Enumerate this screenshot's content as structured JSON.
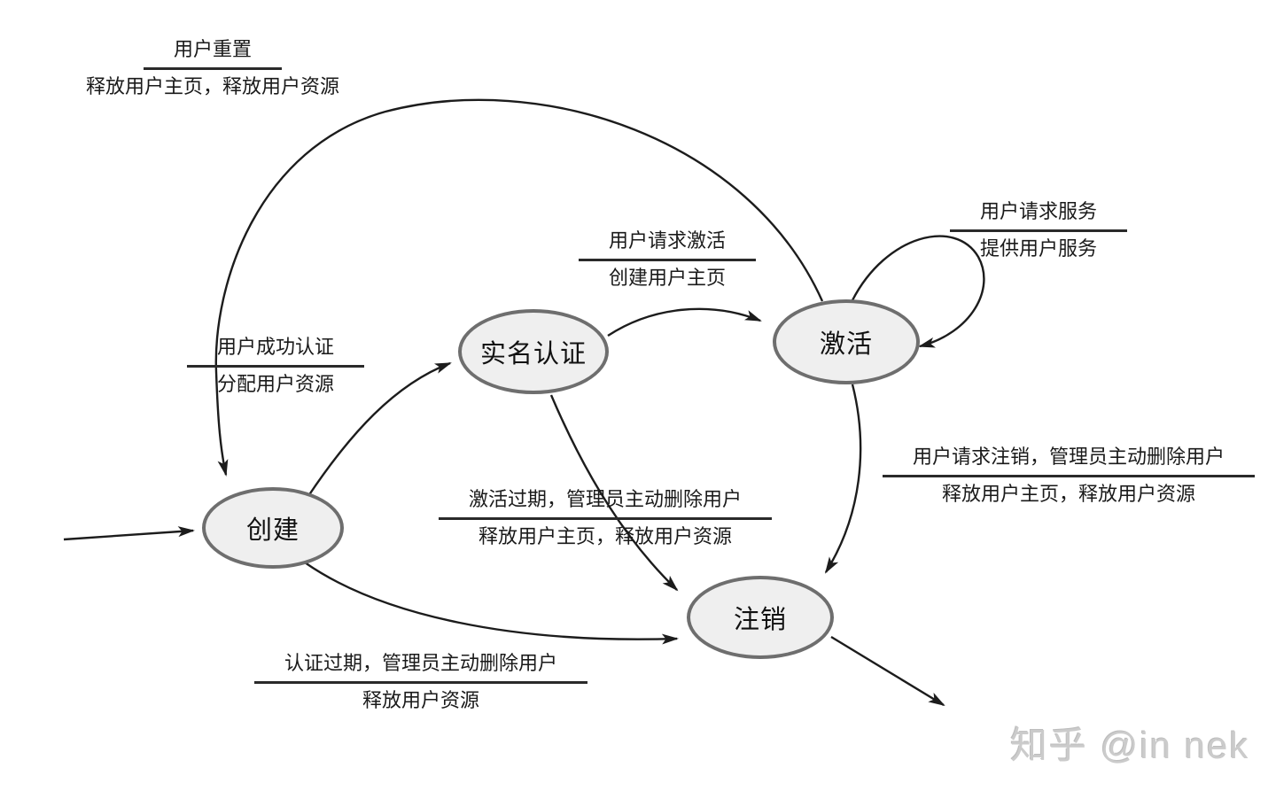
{
  "diagram": {
    "title": "",
    "states": [
      {
        "id": "create",
        "label": "创建"
      },
      {
        "id": "realname_auth",
        "label": "实名认证"
      },
      {
        "id": "activated",
        "label": "激活"
      },
      {
        "id": "deregistered",
        "label": "注销"
      }
    ],
    "transitions": [
      {
        "id": "user_reset",
        "from": "activated",
        "to": "create",
        "event": "用户重置",
        "action": "释放用户主页，释放用户资源"
      },
      {
        "id": "auth_success",
        "from": "create",
        "to": "realname_auth",
        "event": "用户成功认证",
        "action": "分配用户资源"
      },
      {
        "id": "request_activate",
        "from": "realname_auth",
        "to": "activated",
        "event": "用户请求激活",
        "action": "创建用户主页"
      },
      {
        "id": "request_service",
        "from": "activated",
        "to": "activated",
        "event": "用户请求服务",
        "action": "提供用户服务"
      },
      {
        "id": "request_deregister",
        "from": "activated",
        "to": "deregistered",
        "event": "用户请求注销，管理员主动删除用户",
        "action": "释放用户主页，释放用户资源"
      },
      {
        "id": "activation_expire",
        "from": "realname_auth",
        "to": "deregistered",
        "event": "激活过期，管理员主动删除用户",
        "action": "释放用户主页，释放用户资源"
      },
      {
        "id": "auth_expire",
        "from": "create",
        "to": "deregistered",
        "event": "认证过期，管理员主动删除用户",
        "action": "释放用户资源"
      },
      {
        "id": "initial",
        "from": "start",
        "to": "create",
        "event": "",
        "action": ""
      },
      {
        "id": "final",
        "from": "deregistered",
        "to": "end",
        "event": "",
        "action": ""
      }
    ],
    "watermark": "知乎 @in nek",
    "colors": {
      "state_fill": "#efefef",
      "state_border": "#6e6e6e",
      "edge_stroke": "#1c1c1c",
      "text": "#1a1a1a",
      "watermark_text": "#cbcbcb"
    }
  }
}
